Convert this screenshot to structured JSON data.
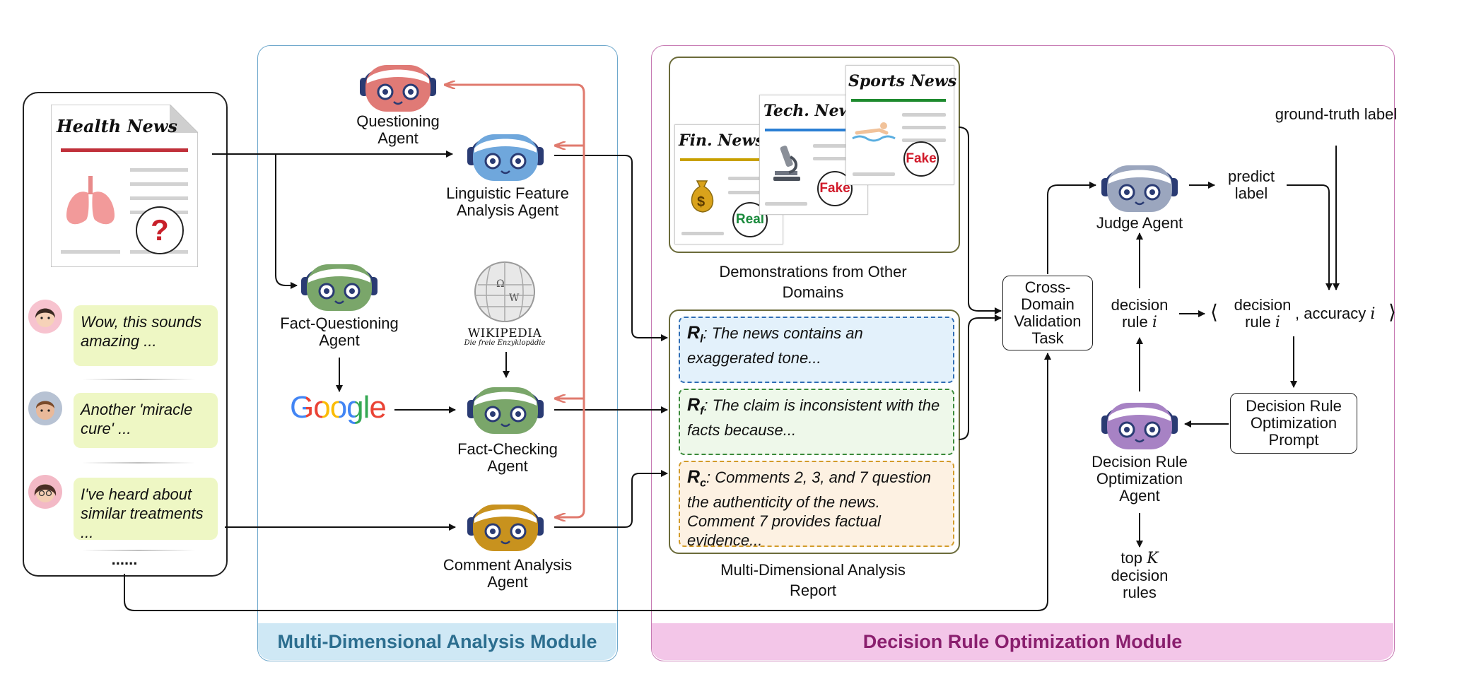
{
  "modules": {
    "mda": {
      "title": "Multi-Dimensional Analysis Module",
      "title_color": "#2c6e8f",
      "bg": "#cfe8f5",
      "border": "#6ea8cc"
    },
    "dro": {
      "title": "Decision Rule Optimization Module",
      "title_color": "#8a1f6e",
      "bg": "#f3c6e8",
      "border": "#c77bb4"
    }
  },
  "news_input": {
    "title": "Health News",
    "question_mark": "?",
    "comments": [
      {
        "text": "Wow, this sounds amazing ..."
      },
      {
        "text": "Another 'miracle cure' ..."
      },
      {
        "text": "I've heard about similar treatments ..."
      }
    ],
    "more": "......"
  },
  "agents": {
    "questioning": "Questioning Agent",
    "linguistic": "Linguistic Feature Analysis Agent",
    "fact_questioning": "Fact-Questioning Agent",
    "fact_checking": "Fact-Checking Agent",
    "comment": "Comment Analysis Agent",
    "judge": "Judge Agent",
    "optimization": "Decision Rule Optimization Agent"
  },
  "tools": {
    "google": "Google",
    "wikipedia": "WIKIPEDIA",
    "wikipedia_sub": "Die freie Enzyklopädie"
  },
  "demonstrations": {
    "cards": [
      {
        "title": "Fin. News",
        "stamp": "Real",
        "stamp_color": "#1a8a3c",
        "bar_color": "#c8a000"
      },
      {
        "title": "Tech. News",
        "stamp": "Fake",
        "stamp_color": "#d11a2a",
        "bar_color": "#2a7fd4"
      },
      {
        "title": "Sports News",
        "stamp": "Fake",
        "stamp_color": "#d11a2a",
        "bar_color": "#1e8a2e"
      }
    ],
    "caption": "Demonstrations from Other Domains"
  },
  "report": {
    "items": [
      {
        "label": "R",
        "sub": "l",
        "text": ": The news contains an exaggerated tone..."
      },
      {
        "label": "R",
        "sub": "f",
        "text": ": The claim is inconsistent with the facts because..."
      },
      {
        "label": "R",
        "sub": "c",
        "text": ": Comments 2, 3, and 7 question the authenticity of the news. Comment 7 provides factual evidence..."
      }
    ],
    "caption": "Multi-Dimensional Analysis Report"
  },
  "dro_flow": {
    "cross_domain": "Cross-Domain Validation Task",
    "ground_truth": "ground-truth label",
    "predict": "predict label",
    "decision_rule": "decision rule",
    "decision_rule_i": "i",
    "pair_left": "⟨",
    "pair_decision": "decision rule",
    "pair_i": "i",
    "pair_accuracy": ", accuracy",
    "pair_accuracy_i": "i",
    "pair_right": "⟩",
    "prompt": "Decision Rule Optimization Prompt",
    "top_prefix": "top",
    "top_k": "K",
    "top_suffix": "decision rules"
  }
}
